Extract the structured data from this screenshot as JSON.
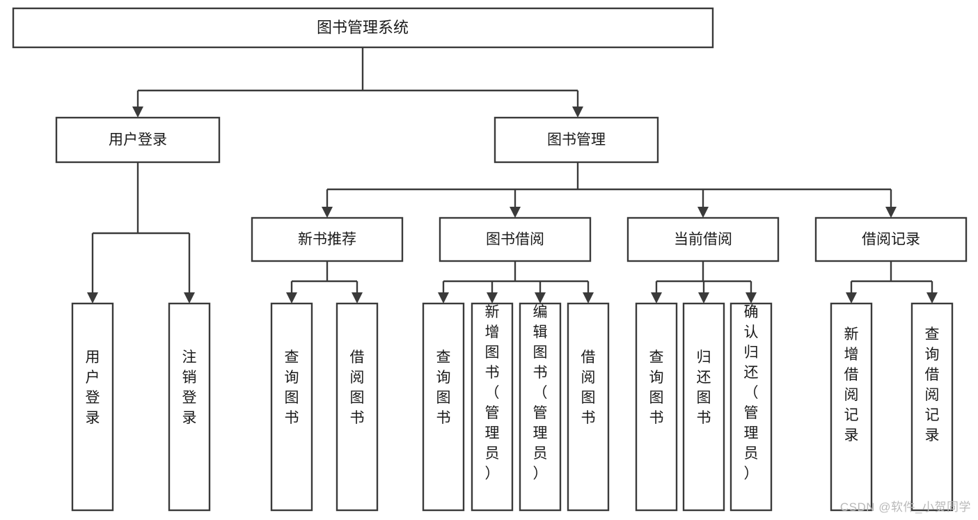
{
  "diagram": {
    "title": "图书管理系统",
    "type": "tree-hierarchy",
    "orientation": "top-down",
    "colors": {
      "box_stroke": "#3a3a3a",
      "box_fill": "#ffffff",
      "connector": "#3a3a3a",
      "text": "#1a1a1a",
      "watermark": "#b9b9b9",
      "background": "#ffffff"
    },
    "root": {
      "label": "图书管理系统",
      "name": "root-node"
    },
    "level2": [
      {
        "label": "用户登录",
        "name": "node-user-login"
      },
      {
        "label": "图书管理",
        "name": "node-book-management"
      }
    ],
    "level3": [
      {
        "label": "新书推荐",
        "name": "node-new-book-recommend"
      },
      {
        "label": "图书借阅",
        "name": "node-book-borrow"
      },
      {
        "label": "当前借阅",
        "name": "node-current-borrow"
      },
      {
        "label": "借阅记录",
        "name": "node-borrow-record"
      }
    ],
    "leaves": {
      "user_login": [
        {
          "label": "用户登录",
          "name": "leaf-user-login"
        },
        {
          "label": "注销登录",
          "name": "leaf-logout"
        }
      ],
      "new_book_recommend": [
        {
          "label": "查询图书",
          "name": "leaf-query-book-1"
        },
        {
          "label": "借阅图书",
          "name": "leaf-borrow-book-1"
        }
      ],
      "book_borrow": [
        {
          "label": "查询图书",
          "name": "leaf-query-book-2"
        },
        {
          "label": "新增图书（管理员）",
          "name": "leaf-add-book-admin"
        },
        {
          "label": "编辑图书（管理员）",
          "name": "leaf-edit-book-admin"
        },
        {
          "label": "借阅图书",
          "name": "leaf-borrow-book-2"
        }
      ],
      "current_borrow": [
        {
          "label": "查询图书",
          "name": "leaf-query-book-3"
        },
        {
          "label": "归还图书",
          "name": "leaf-return-book"
        },
        {
          "label": "确认归还（管理员）",
          "name": "leaf-confirm-return-admin"
        }
      ],
      "borrow_record": [
        {
          "label": "新增借阅记录",
          "name": "leaf-add-borrow-record"
        },
        {
          "label": "查询借阅记录",
          "name": "leaf-query-borrow-record"
        }
      ]
    },
    "watermark": "CSDN @软件_小贺同学"
  }
}
